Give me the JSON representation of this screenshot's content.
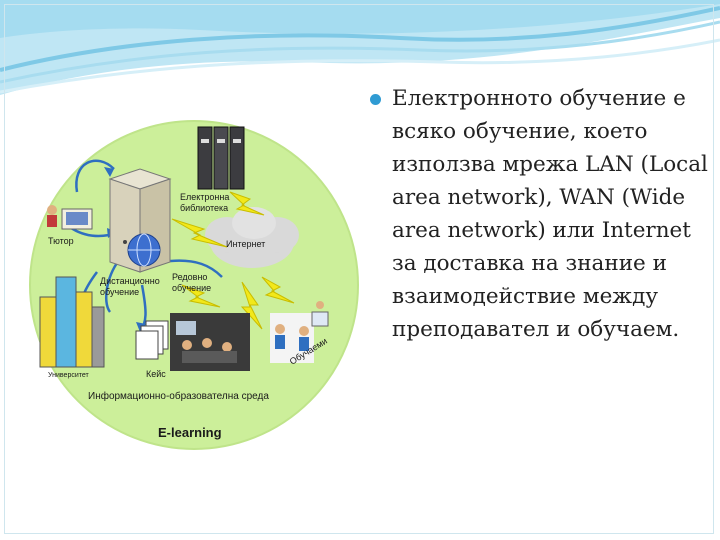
{
  "slide": {
    "body_text": "Електронното обучение е всяко обучение, което използва мрежа LAN (Local area network), WAN (Wide area network) или Internet за доставка на знание и взаимодействие между преподавател и обучаем."
  },
  "diagram": {
    "labels": {
      "tutor": "Тютор",
      "e_library_line1": "Електронна",
      "e_library_line2": "библиотека",
      "internet": "Интернет",
      "distance_line1": "Дистанционно",
      "distance_line2": "обучение",
      "regular_line1": "Редовно",
      "regular_line2": "обучение",
      "university": "Университет",
      "cases": "Кейс",
      "learners": "Обучаеми",
      "environment": "Информационно-образователна среда",
      "elearning": "E-learning"
    },
    "colors": {
      "circle_fill": "#ccef9a",
      "lightning": "#f2e81a",
      "arrow": "#2f6fc0"
    }
  }
}
